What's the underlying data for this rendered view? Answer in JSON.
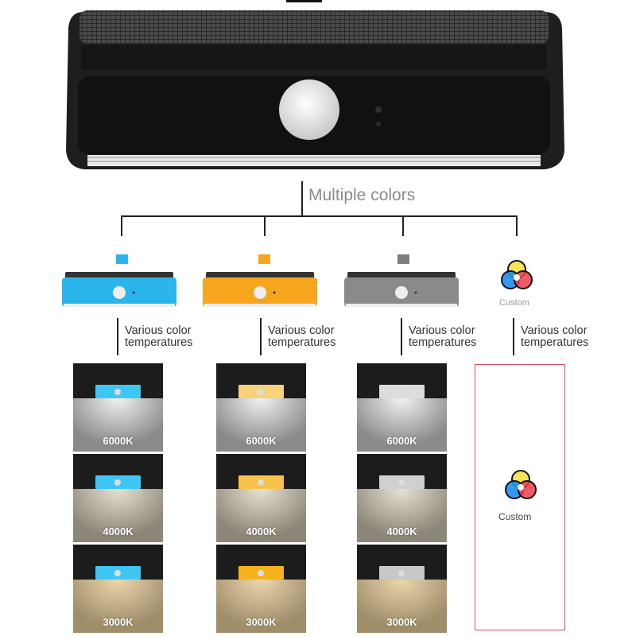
{
  "heading": "Multiple colors",
  "variants": [
    {
      "name": "blue",
      "color": "#2bb5ea"
    },
    {
      "name": "orange",
      "color": "#f6a51c"
    },
    {
      "name": "gray",
      "color": "#7d7d7d"
    },
    {
      "name": "custom",
      "label": "Custom"
    }
  ],
  "various_label_line1": "Various color",
  "various_label_line2": "temperatures",
  "temperatures": [
    "6000K",
    "4000K",
    "3000K"
  ],
  "custom_label": "Custom"
}
